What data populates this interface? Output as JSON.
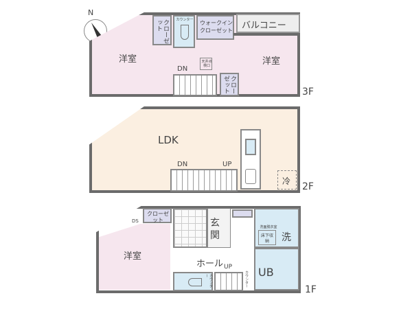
{
  "compass": "N",
  "floor3": {
    "label": "3F",
    "room_left": "洋室",
    "room_right": "洋室",
    "closet_left": "クローゼット",
    "toilet_counter": "カウンター",
    "walkin": "ウォークインクローゼット",
    "balcony": "バルコニー",
    "hatch": "天井点検口",
    "dn": "DN",
    "closet_bottom": "クローゼット"
  },
  "floor2": {
    "label": "2F",
    "ldk": "LDK",
    "dn": "DN",
    "up": "UP",
    "fridge": "冷"
  },
  "floor1": {
    "label": "1F",
    "room": "洋室",
    "closet": "クローゼット",
    "ds": "DS",
    "entrance": "玄関",
    "hall": "ホール",
    "up": "UP",
    "washroom": "洗面脱衣室",
    "underfloor": "床下収納",
    "laundry": "洗",
    "bath": "UB",
    "counter1": "カウンター",
    "counter2": "カウンター"
  }
}
